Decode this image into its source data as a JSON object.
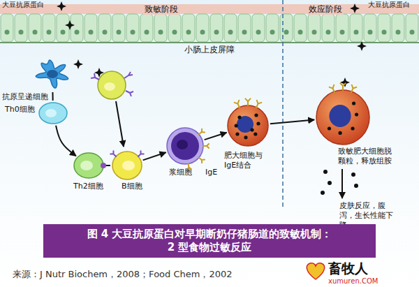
{
  "diagram": {
    "caption": "图 4 大豆抗原蛋白对早期断奶仔猪肠道的致敏机制： 2 型食物过敏反应",
    "nodes": [
      {
        "text": [
          "小肠上皮屏障"
        ]
      },
      {
        "text": [
          "抗原呈递细胞"
        ]
      },
      {
        "text": [
          "Th0细胞"
        ]
      },
      {
        "text": [
          "Th2细胞"
        ]
      },
      {
        "text": [
          "B细胞"
        ]
      },
      {
        "text": [
          "浆细胞"
        ]
      },
      {
        "text": [
          "肥大细胞与IgE结合"
        ]
      },
      {
        "text": [
          "致敏肥大细胞脱颗粒，释放组胺"
        ]
      }
    ],
    "edges": [
      {
        "from": 1,
        "to": 2,
        "arrow": "none"
      },
      {
        "from": 2,
        "to": 3,
        "arrow": "to"
      },
      {
        "from": 3,
        "to": 4,
        "arrow": "none"
      },
      {
        "from": 4,
        "to": 5,
        "arrow": "to"
      },
      {
        "from": 5,
        "to": 6,
        "arrow": "to"
      },
      {
        "from": 6,
        "to": 7,
        "arrow": "to"
      }
    ],
    "labels": [
      "大豆抗原蛋白",
      "致敏阶段",
      "效应阶段",
      "大豆抗原蛋白",
      "IgE",
      "皮肤反应，腹泻，生长性能下降",
      "来源：J Nutr Biochem，2008；Food Chem，2002",
      "畜牧人",
      "xumuren.COM"
    ]
  }
}
